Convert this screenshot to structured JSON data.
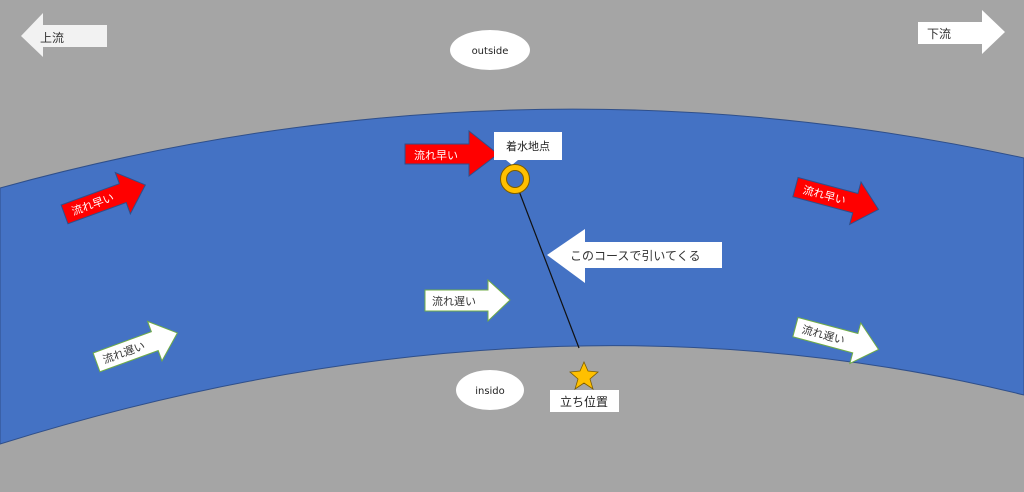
{
  "labels": {
    "upstream": "上流",
    "downstream": "下流",
    "outside": "outside",
    "inside": "insido",
    "landing_point": "着水地点",
    "retrieve_course": "このコースで引いてくる",
    "standing_position": "立ち位置",
    "fast_current": "流れ早い",
    "slow_current": "流れ遅い"
  },
  "colors": {
    "bank": "#a5a5a5",
    "river": "#4472c4",
    "fast_arrow": "#ff0000",
    "slow_arrow_border": "#70ad47",
    "ring_and_star": "#ffc000"
  }
}
